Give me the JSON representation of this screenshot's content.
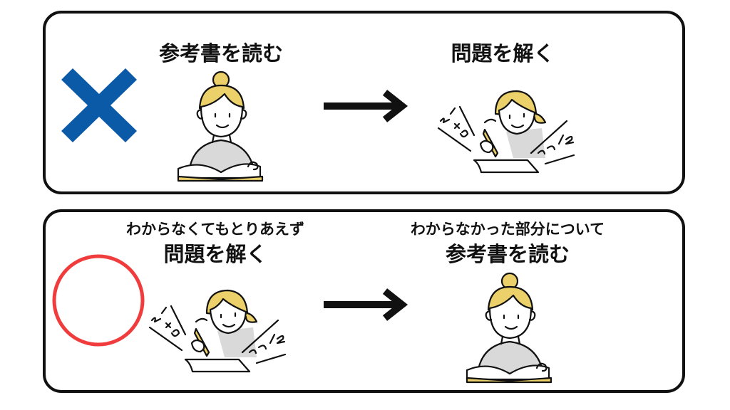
{
  "top": {
    "left_title": "参考書を読む",
    "right_title": "問題を解く",
    "mark": "x-mark",
    "mark_color": "#0a5aa8"
  },
  "bottom": {
    "left_subtitle": "わからなくてもとりあえず",
    "left_title": "問題を解く",
    "right_subtitle": "わからなかった部分について",
    "right_title": "参考書を読む",
    "mark": "circle-mark",
    "mark_color": "#f03c3c"
  },
  "colors": {
    "hair": "#ecd16a",
    "shirt": "#d9d9d9",
    "line": "#111111"
  }
}
